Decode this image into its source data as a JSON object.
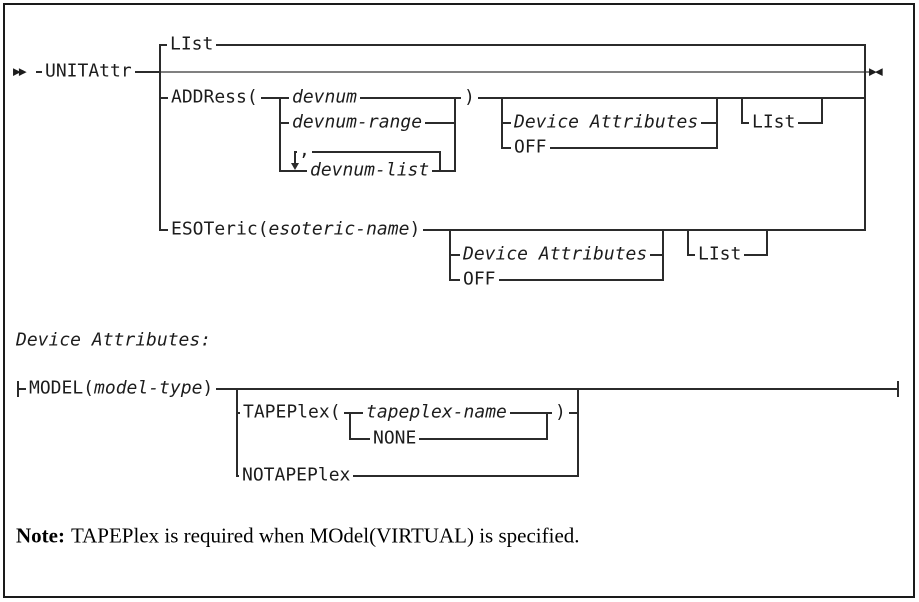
{
  "diagram": {
    "start_symbol": "▶▶",
    "end_symbol": "▶◀",
    "command": "UNITAttr",
    "default_branch": {
      "list": "LIst"
    },
    "address_branch": {
      "keyword_open": "ADDRess(",
      "alt_devnum": "devnum",
      "alt_devnum_range": "devnum-range",
      "alt_devnum_list": "devnum-list",
      "repeat_separator": ",",
      "keyword_close": ")",
      "fragment_ref": "Device Attributes",
      "off": "OFF",
      "list": "LIst"
    },
    "esoteric_branch": {
      "keyword_open": "ESOTeric(",
      "variable": "esoteric-name",
      "keyword_close": ")",
      "fragment_ref": "Device Attributes",
      "off": "OFF",
      "list": "LIst"
    }
  },
  "fragment": {
    "heading": "Device Attributes:",
    "model_open": "MODEL(",
    "model_variable": "model-type",
    "model_close": ")",
    "tapeplex_open": "TAPEPlex(",
    "tapeplex_variable": "tapeplex-name",
    "none": "NONE",
    "tapeplex_close": ")",
    "notapeplex": "NOTAPEPlex"
  },
  "note": {
    "label": "Note:",
    "text": "TAPEPlex is required when MOdel(VIRTUAL) is specified."
  },
  "colors": {
    "line": "#2b2b2b",
    "main_rail": "#808080",
    "text": "#1c1c1c",
    "background": "#ffffff"
  }
}
